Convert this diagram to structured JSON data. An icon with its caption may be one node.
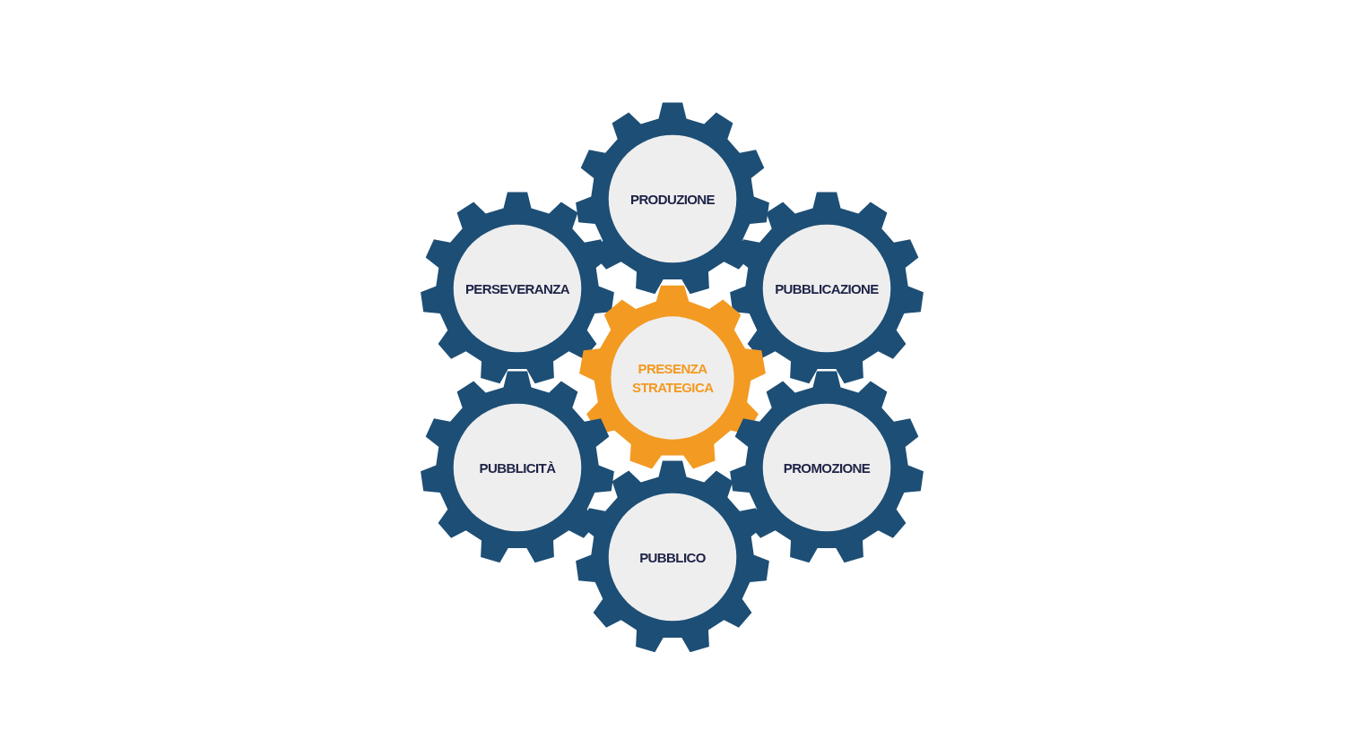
{
  "diagram": {
    "nodes": [
      {
        "text": [
          "PRODUZIONE"
        ]
      },
      {
        "text": [
          "PERSEVERANZA"
        ]
      },
      {
        "text": [
          "PUBBLICAZIONE"
        ]
      },
      {
        "text": [
          "PRESENZA STRATEGICA"
        ]
      },
      {
        "text": [
          "PUBBLICITÀ"
        ]
      },
      {
        "text": [
          "PROMOZIONE"
        ]
      },
      {
        "text": [
          "PUBBLICO"
        ]
      }
    ]
  }
}
